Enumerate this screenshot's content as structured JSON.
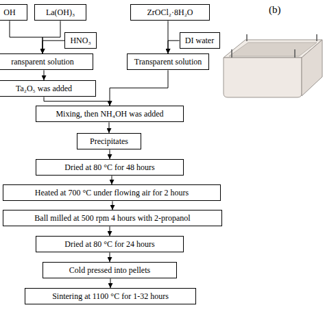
{
  "diagram": {
    "nodes": [
      {
        "text": [
          "OH"
        ]
      },
      {
        "text": [
          "La(OH)₃"
        ]
      },
      {
        "text": [
          "HNO₃"
        ]
      },
      {
        "text": [
          "ransparent solution"
        ]
      },
      {
        "text": [
          "Ta₂O₅ was added"
        ]
      },
      {
        "text": [
          "ZrOCl₂·8H₂O"
        ]
      },
      {
        "text": [
          "DI water"
        ]
      },
      {
        "text": [
          "Transparent solution"
        ]
      },
      {
        "text": [
          "Mixing, then NH₄OH was added"
        ]
      },
      {
        "text": [
          "Precipitates"
        ]
      },
      {
        "text": [
          "Dried at 80 °C for 48 hours"
        ]
      },
      {
        "text": [
          "Heated at 700 °C under flowing air for 2 hours"
        ]
      },
      {
        "text": [
          "Ball milled at 500 rpm 4 hours with 2-propanol"
        ]
      },
      {
        "text": [
          "Dried at 80 °C for 24 hours"
        ]
      },
      {
        "text": [
          "Cold pressed into pellets"
        ]
      },
      {
        "text": [
          "Sintering at 1100 °C for 1-32 hours"
        ]
      }
    ],
    "edges": [
      {
        "from": 0,
        "to": 3,
        "arrow": "to"
      },
      {
        "from": 1,
        "to": 3,
        "arrow": "to"
      },
      {
        "from": 2,
        "to": 3,
        "arrow": "to"
      },
      {
        "from": 3,
        "to": 4,
        "arrow": "to"
      },
      {
        "from": 5,
        "to": 7,
        "arrow": "to"
      },
      {
        "from": 6,
        "to": 7,
        "arrow": "to"
      },
      {
        "from": 4,
        "to": 8,
        "arrow": "to"
      },
      {
        "from": 7,
        "to": 8,
        "arrow": "to"
      },
      {
        "from": 8,
        "to": 9,
        "arrow": "to"
      },
      {
        "from": 9,
        "to": 10,
        "arrow": "to"
      },
      {
        "from": 10,
        "to": 11,
        "arrow": "to"
      },
      {
        "from": 11,
        "to": 12,
        "arrow": "to"
      },
      {
        "from": 12,
        "to": 13,
        "arrow": "to"
      },
      {
        "from": 13,
        "to": 14,
        "arrow": "to"
      },
      {
        "from": 14,
        "to": 15,
        "arrow": "to"
      }
    ],
    "labels": [
      "(b)"
    ]
  }
}
